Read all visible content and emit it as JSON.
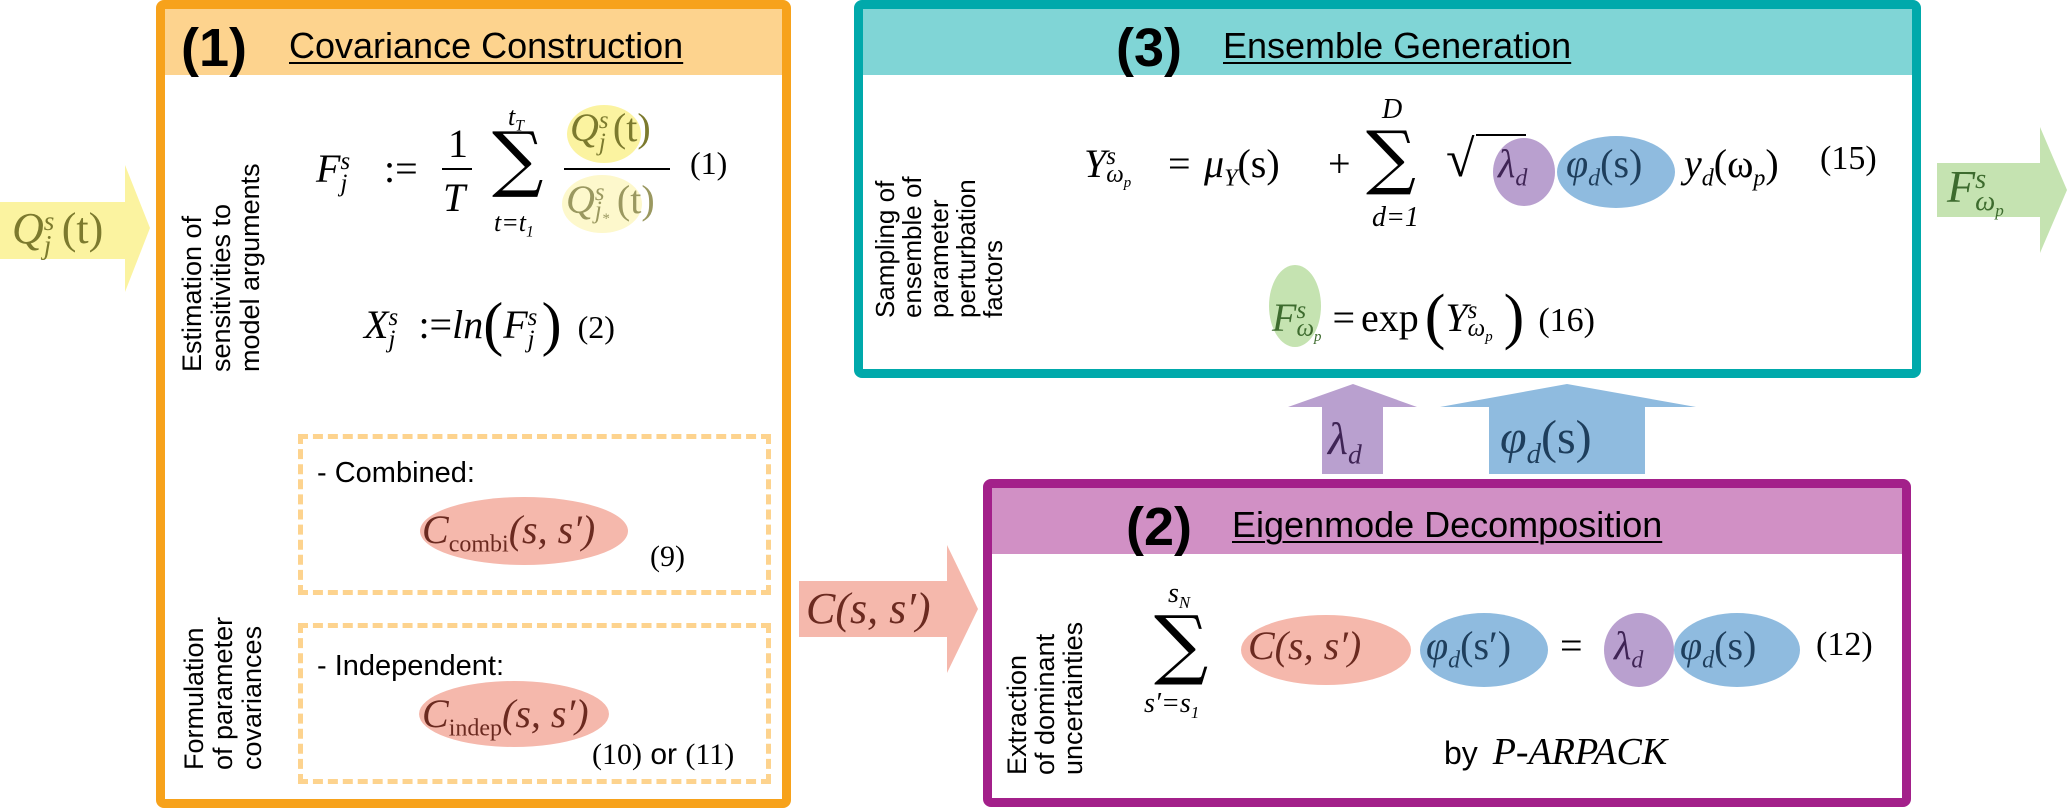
{
  "colors": {
    "box1_border": "#f7a21b",
    "box1_header": "#fdd38e",
    "box2_border": "#a3208a",
    "box2_header": "#d190c5",
    "box3_border": "#00a9ab",
    "box3_header": "#80d5d6",
    "yellow_highlight": "#fbf3a0",
    "red_highlight": "#f5b8ac",
    "blue_highlight": "#8fbbdf",
    "purple_highlight": "#b9a0cf",
    "green_highlight": "#c5e3b1"
  },
  "input_arrow": {
    "label": "Q_j^s(t)",
    "base": "Q",
    "sup": "s",
    "sub": "j",
    "arg": "(t)"
  },
  "output_arrow": {
    "label": "F_{ω_p}^s",
    "base": "F",
    "sup": "s",
    "sub": "ω",
    "subsub": "p"
  },
  "cov_arrow": {
    "label": "C(s,s')",
    "text": "C(s, s′)"
  },
  "lambda_arrow": {
    "label": "λ_d",
    "base": "λ",
    "sub": "d"
  },
  "phi_arrow": {
    "label": "φ_d(s)",
    "base": "φ",
    "sub": "d",
    "arg": "(s)"
  },
  "box1": {
    "number": "(1)",
    "title": "Covariance Construction",
    "section1_label_lines": [
      "Estimation of",
      "sensitivities to",
      "model arguments"
    ],
    "section2_label_lines": [
      "Formulation",
      "of parameter",
      "covariances"
    ],
    "eq1": {
      "lhs": "F",
      "lhs_sup": "s",
      "lhs_sub": "j",
      "assign": ":=",
      "frac_num": "1",
      "frac_den": "T",
      "sum_top": "t",
      "sum_top_sub": "T",
      "sum_bot": "t=t",
      "sum_bot_sub": "1",
      "num": "Q",
      "num_sup": "s",
      "num_sub": "j",
      "num_arg": "(t)",
      "den": "Q",
      "den_sup": "s",
      "den_sub": "j",
      "den_subsub": "*",
      "den_arg": "(t)",
      "tag": "(1)"
    },
    "eq2": {
      "lhs": "X",
      "lhs_sup": "s",
      "lhs_sub": "j",
      "assign": ":=",
      "fn": "ln",
      "arg": "F",
      "arg_sup": "s",
      "arg_sub": "j",
      "tag": "(2)"
    },
    "combined": {
      "label": "- Combined:",
      "expr_base": "C",
      "expr_sub": "combi",
      "expr_arg": "(s, s′)",
      "tag": "(9)"
    },
    "independent": {
      "label": "- Independent:",
      "expr_base": "C",
      "expr_sub": "indep",
      "expr_arg": "(s, s′)",
      "tag": "(10) or (11)",
      "tag_a": "(10)",
      "tag_or": "or",
      "tag_b": "(11)"
    }
  },
  "box2": {
    "number": "(2)",
    "title": "Eigenmode Decomposition",
    "label_lines": [
      "Extraction",
      "of dominant",
      "uncertainties"
    ],
    "eq12": {
      "sum_top": "s",
      "sum_top_sub": "N",
      "sum_bot": "s′=s",
      "sum_bot_sub": "1",
      "cov": "C(s, s′)",
      "phi_left": "φ",
      "phi_left_sub": "d",
      "phi_left_arg": "(s′)",
      "equals": "=",
      "lambda": "λ",
      "lambda_sub": "d",
      "phi_right": "φ",
      "phi_right_sub": "d",
      "phi_right_arg": "(s)",
      "tag": "(12)"
    },
    "method_prefix": "by",
    "method_name": "P-ARPACK"
  },
  "box3": {
    "number": "(3)",
    "title": "Ensemble Generation",
    "label_lines": [
      "Sampling of",
      "ensemble of",
      "parameter",
      "perturbation",
      "factors"
    ],
    "eq15": {
      "lhs": "Y",
      "lhs_sup": "s",
      "lhs_sub": "ω",
      "lhs_subsub": "p",
      "equals": "=",
      "mu": "μ",
      "mu_sub": "Y",
      "mu_arg": "(s)",
      "plus": "+",
      "sum_top": "D",
      "sum_bot": "d=1",
      "lambda": "λ",
      "lambda_sub": "d",
      "phi": "φ",
      "phi_sub": "d",
      "phi_arg": "(s)",
      "y": "y",
      "y_sub": "d",
      "y_arg_open": "(ω",
      "y_arg_sub": "p",
      "y_arg_close": ")",
      "tag": "(15)"
    },
    "eq16": {
      "lhs": "F",
      "lhs_sup": "s",
      "lhs_sub": "ω",
      "lhs_subsub": "p",
      "equals": "=",
      "fn": "exp",
      "arg": "Y",
      "arg_sup": "s",
      "arg_sub": "ω",
      "arg_subsub": "p",
      "tag": "(16)"
    }
  }
}
